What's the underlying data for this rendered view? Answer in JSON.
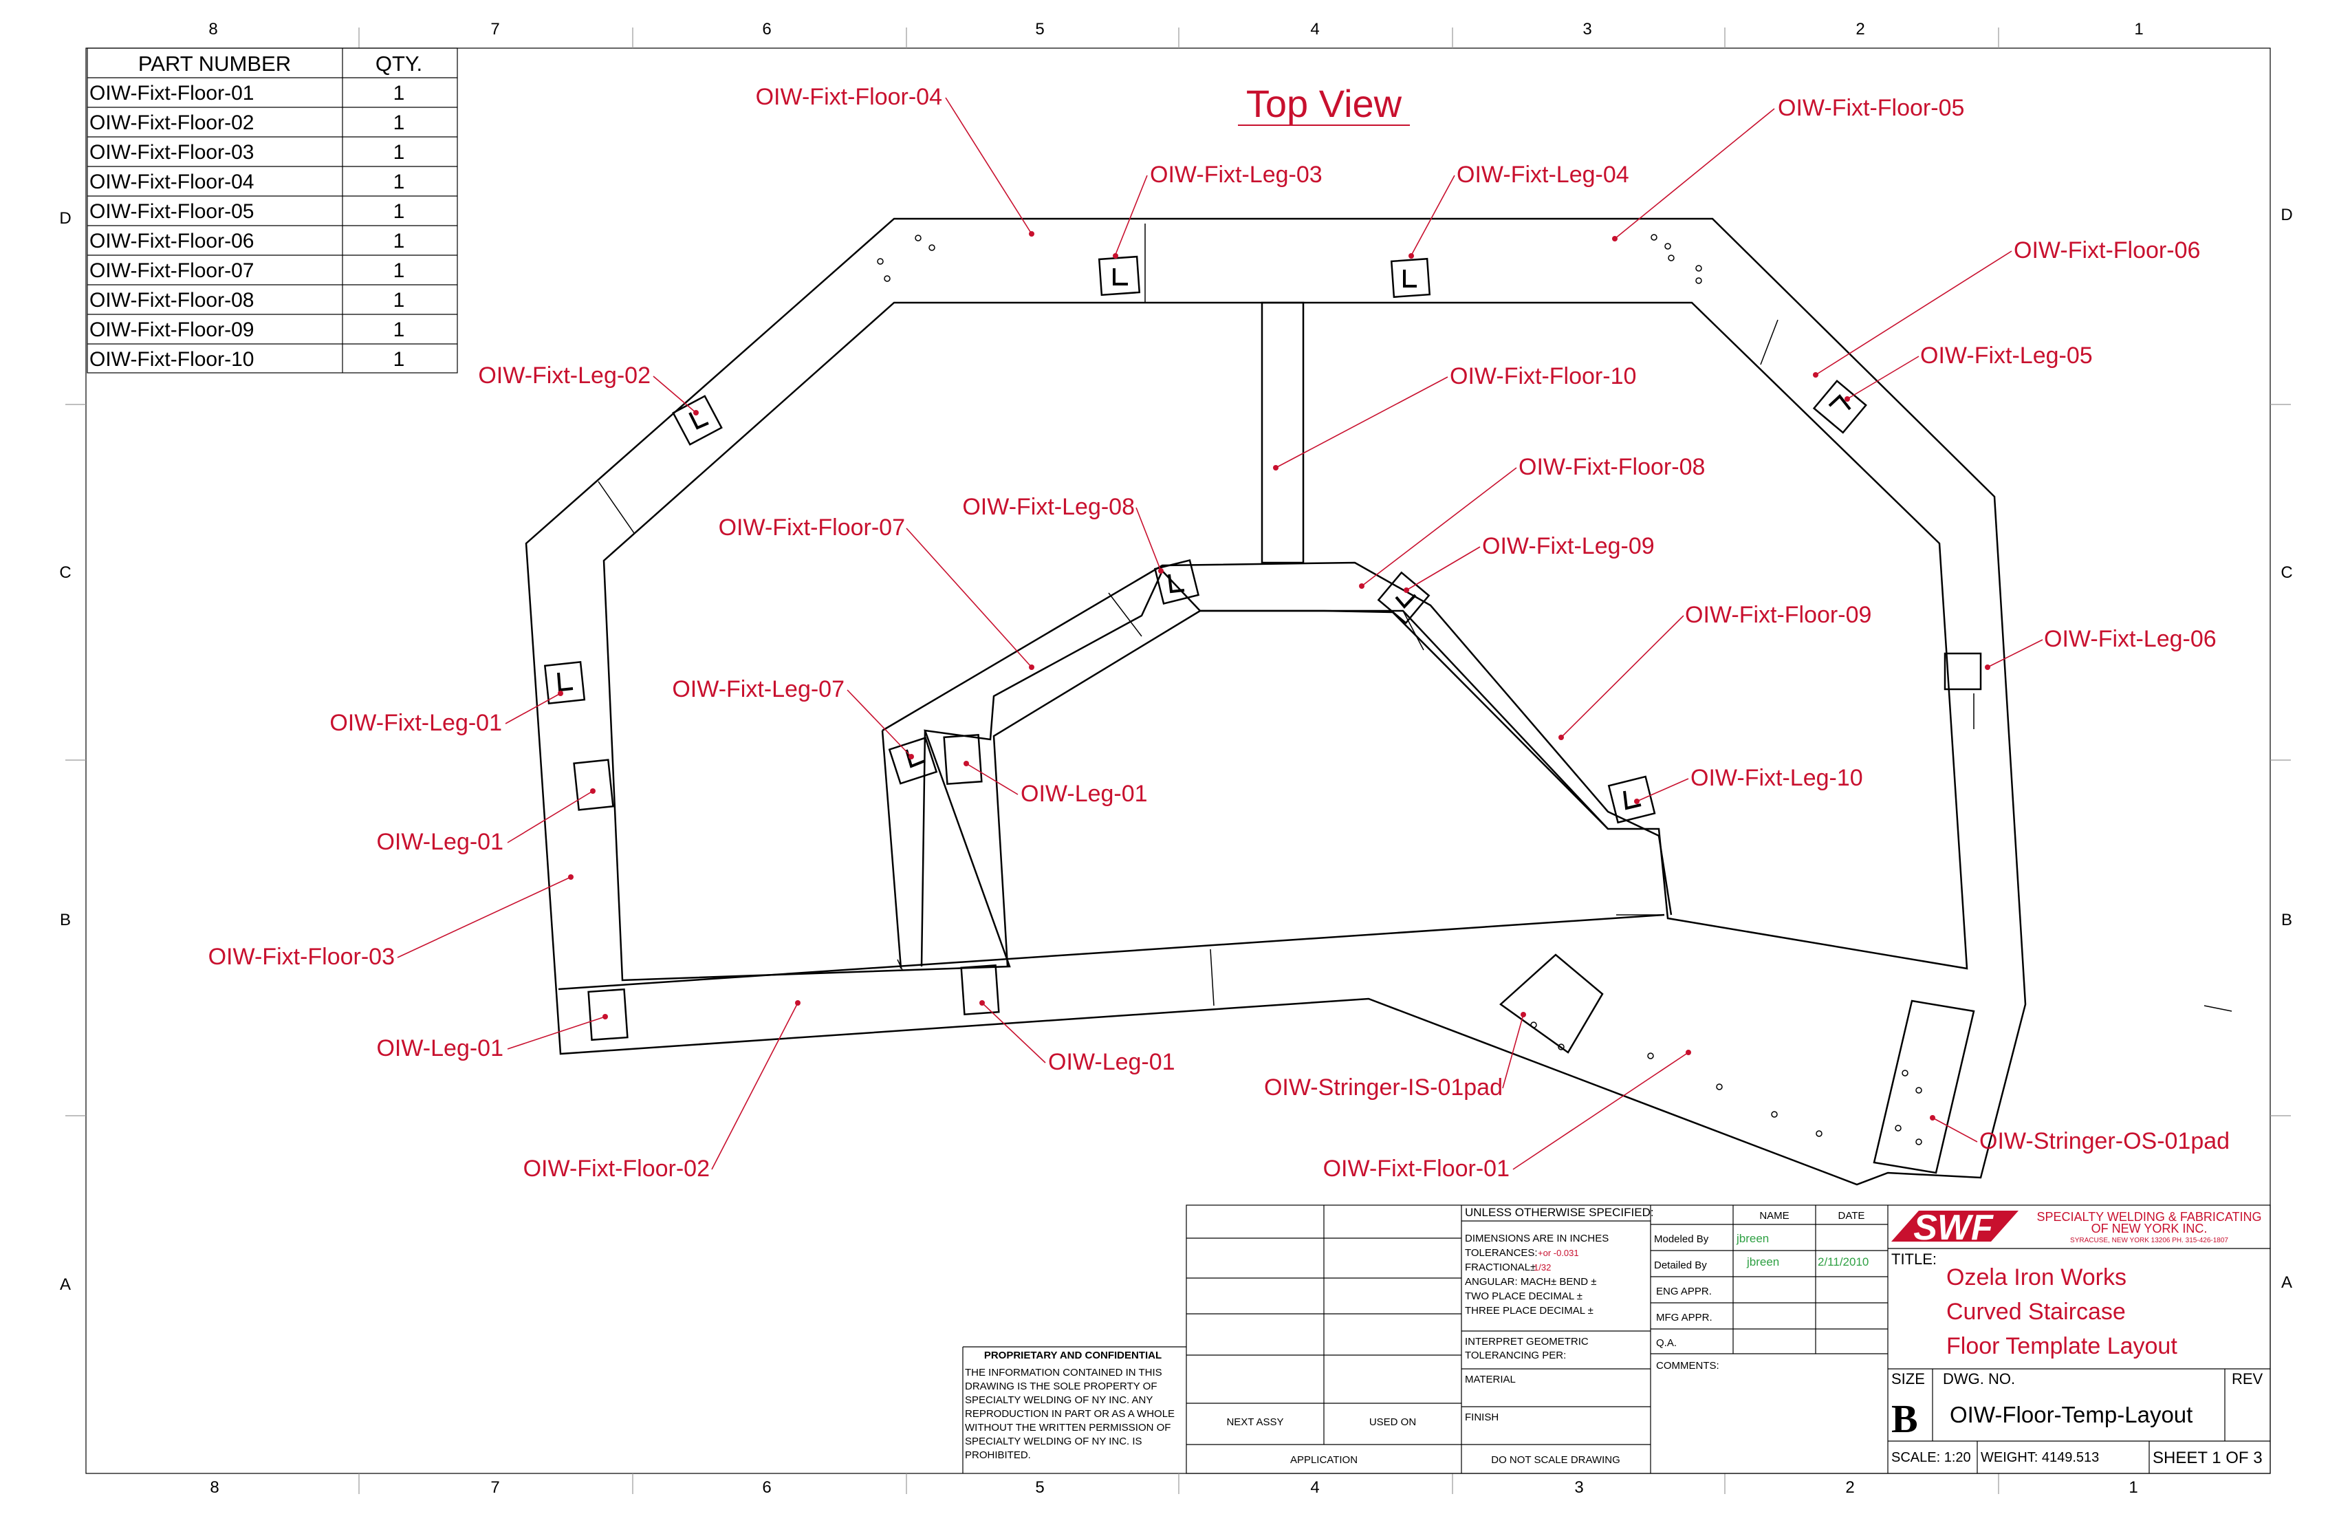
{
  "view_title": "Top View",
  "zones": {
    "columns": [
      "8",
      "7",
      "6",
      "5",
      "4",
      "3",
      "2",
      "1"
    ],
    "rows": [
      "D",
      "C",
      "B",
      "A"
    ]
  },
  "bom": {
    "header_part": "PART NUMBER",
    "header_qty": "QTY.",
    "rows": [
      {
        "part": "OIW-Fixt-Floor-01",
        "qty": "1"
      },
      {
        "part": "OIW-Fixt-Floor-02",
        "qty": "1"
      },
      {
        "part": "OIW-Fixt-Floor-03",
        "qty": "1"
      },
      {
        "part": "OIW-Fixt-Floor-04",
        "qty": "1"
      },
      {
        "part": "OIW-Fixt-Floor-05",
        "qty": "1"
      },
      {
        "part": "OIW-Fixt-Floor-06",
        "qty": "1"
      },
      {
        "part": "OIW-Fixt-Floor-07",
        "qty": "1"
      },
      {
        "part": "OIW-Fixt-Floor-08",
        "qty": "1"
      },
      {
        "part": "OIW-Fixt-Floor-09",
        "qty": "1"
      },
      {
        "part": "OIW-Fixt-Floor-10",
        "qty": "1"
      }
    ]
  },
  "callouts": {
    "floor04": "OIW-Fixt-Floor-04",
    "leg03": "OIW-Fixt-Leg-03",
    "leg04": "OIW-Fixt-Leg-04",
    "floor05": "OIW-Fixt-Floor-05",
    "floor06": "OIW-Fixt-Floor-06",
    "leg05": "OIW-Fixt-Leg-05",
    "leg02": "OIW-Fixt-Leg-02",
    "floor10": "OIW-Fixt-Floor-10",
    "floor08": "OIW-Fixt-Floor-08",
    "floor07": "OIW-Fixt-Floor-07",
    "leg08": "OIW-Fixt-Leg-08",
    "leg09": "OIW-Fixt-Leg-09",
    "floor09": "OIW-Fixt-Floor-09",
    "leg06": "OIW-Fixt-Leg-06",
    "leg01": "OIW-Fixt-Leg-01",
    "leg07": "OIW-Fixt-Leg-07",
    "oleg_inner": "OIW-Leg-01",
    "leg10": "OIW-Fixt-Leg-10",
    "oleg_left": "OIW-Leg-01",
    "floor03": "OIW-Fixt-Floor-03",
    "oleg_bottomleft": "OIW-Leg-01",
    "oleg_bottom": "OIW-Leg-01",
    "stringer_is": "OIW-Stringer-IS-01pad",
    "stringer_os": "OIW-Stringer-OS-01pad",
    "floor02": "OIW-Fixt-Floor-02",
    "floor01": "OIW-Fixt-Floor-01"
  },
  "title_block": {
    "unless": "UNLESS OTHERWISE SPECIFIED:",
    "name_hdr": "NAME",
    "date_hdr": "DATE",
    "dims1": "DIMENSIONS ARE IN INCHES",
    "tol": "TOLERANCES:",
    "tol_val": "+or -0.031",
    "frac": "FRACTIONAL±",
    "frac_val": "1/32",
    "angular": "ANGULAR: MACH±    BEND ±",
    "two_place": "TWO PLACE DECIMAL    ±",
    "three_place": "THREE PLACE DECIMAL  ±",
    "interpret1": "INTERPRET GEOMETRIC",
    "interpret2": "TOLERANCING PER:",
    "material": "MATERIAL",
    "finish": "FINISH",
    "next_assy": "NEXT ASSY",
    "used_on": "USED ON",
    "application": "APPLICATION",
    "do_not_scale": "DO NOT SCALE DRAWING",
    "modeled_by": "Modeled By",
    "modeled_name": "jbreen",
    "detailed_by": "Detailed By",
    "detailed_name": "jbreen",
    "detailed_date": "2/11/2010",
    "eng_appr": "ENG APPR.",
    "mfg_appr": "MFG APPR.",
    "qa": "Q.A.",
    "comments": "COMMENTS:",
    "prop_title": "PROPRIETARY AND CONFIDENTIAL",
    "prop_lines": [
      "THE INFORMATION CONTAINED IN THIS",
      "DRAWING IS THE SOLE PROPERTY OF",
      "SPECIALTY WELDING OF NY INC.  ANY",
      "REPRODUCTION IN PART OR AS A WHOLE",
      "WITHOUT THE WRITTEN PERMISSION OF",
      "SPECIALTY WELDING OF NY INC. IS",
      "PROHIBITED."
    ],
    "logo_mark": "SWF",
    "company_line1": "SPECIALTY  WELDING  &  FABRICATING",
    "company_line2": "OF  NEW  YORK  INC.",
    "company_line3": "SYRACUSE, NEW YORK 13206 PH. 315-426-1807",
    "title_label": "TITLE:",
    "title_lines": [
      "Ozela Iron Works",
      "Curved Staircase",
      "Floor Template Layout"
    ],
    "size_label": "SIZE",
    "size_value": "B",
    "dwg_no_label": "DWG.  NO.",
    "dwg_no": "OIW-Floor-Temp-Layout",
    "rev_label": "REV",
    "scale": "SCALE: 1:20",
    "weight": "WEIGHT: 4149.513",
    "sheet": "SHEET 1 OF 3"
  },
  "colors": {
    "annotation": "#c8102e",
    "line": "#000000",
    "signature_green": "#2ea043"
  }
}
